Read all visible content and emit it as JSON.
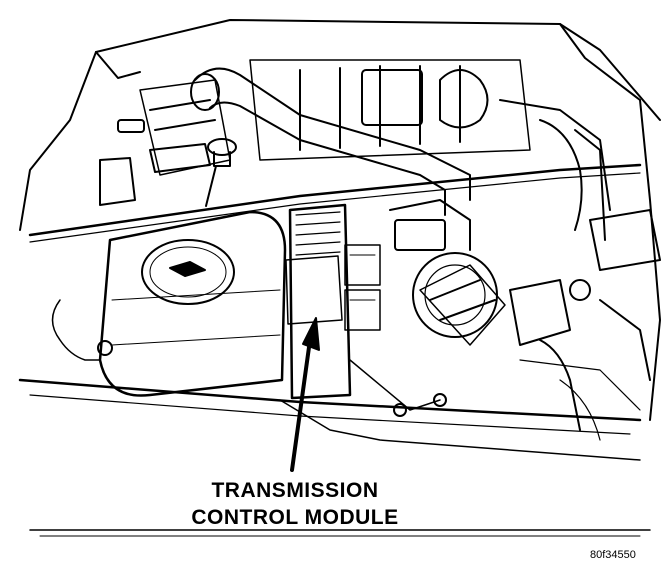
{
  "callout": {
    "line1": "TRANSMISSION",
    "line2": "CONTROL MODULE"
  },
  "figure_id": "80f34550"
}
